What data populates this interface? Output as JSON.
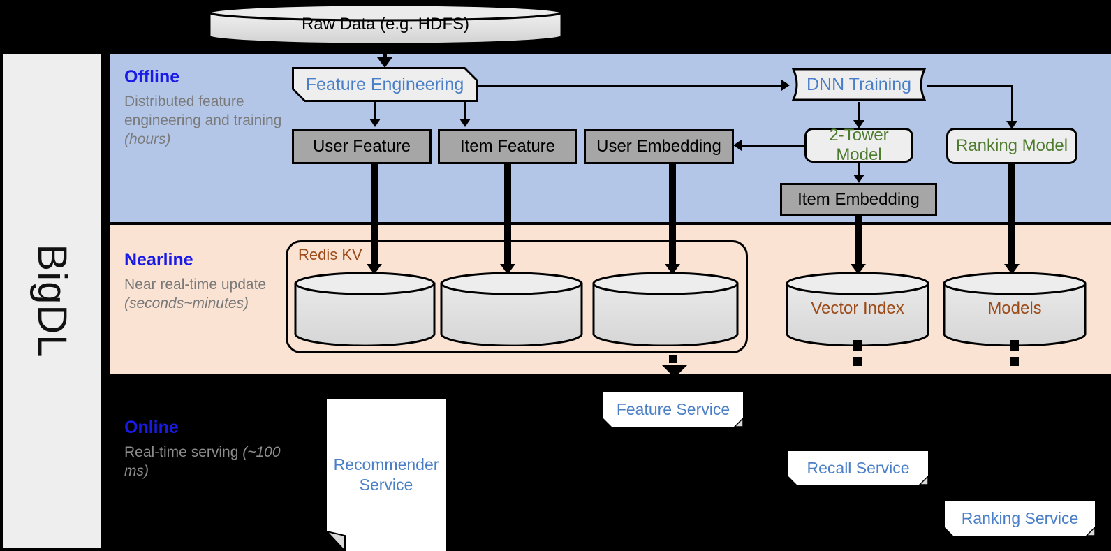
{
  "brand": {
    "label": "BigDL"
  },
  "colors": {
    "offline_band": "#b3c6e7",
    "nearline_band": "#fae3d3",
    "layer_title": "#1a1ae6",
    "layer_desc": "#7a7a7a",
    "blue_text": "#4a7fc7",
    "green_text": "#4e7c2f",
    "brown_text": "#9c4a17",
    "gray_box": "#a6a6a6",
    "light_box": "#eeeeee",
    "background": "#000000"
  },
  "top": {
    "raw_data": "Raw Data (e.g. HDFS)"
  },
  "layers": [
    {
      "id": "offline",
      "title": "Offline",
      "desc_plain": "Distributed feature engineering and training ",
      "desc_emphasis": "(hours)"
    },
    {
      "id": "nearline",
      "title": "Nearline",
      "desc_plain": "Near real-time update ",
      "desc_emphasis": "(seconds~minutes)"
    },
    {
      "id": "online",
      "title": "Online",
      "desc_plain": "Real-time serving ",
      "desc_emphasis": "(~100 ms)"
    }
  ],
  "offline": {
    "feature_engineering": "Feature Engineering",
    "dnn_training": "DNN Training",
    "user_feature": "User Feature",
    "item_feature": "Item Feature",
    "user_embedding": "User Embedding",
    "two_tower_model": "2-Tower Model",
    "ranking_model": "Ranking Model",
    "item_embedding": "Item Embedding"
  },
  "nearline": {
    "redis_kv": "Redis KV",
    "store_1": "",
    "store_2": "",
    "store_3": "",
    "vector_index": "Vector Index",
    "models": "Models"
  },
  "online": {
    "recommender_service": "Recommender Service",
    "feature_service": "Feature Service",
    "recall_service": "Recall Service",
    "ranking_service": "Ranking Service"
  }
}
